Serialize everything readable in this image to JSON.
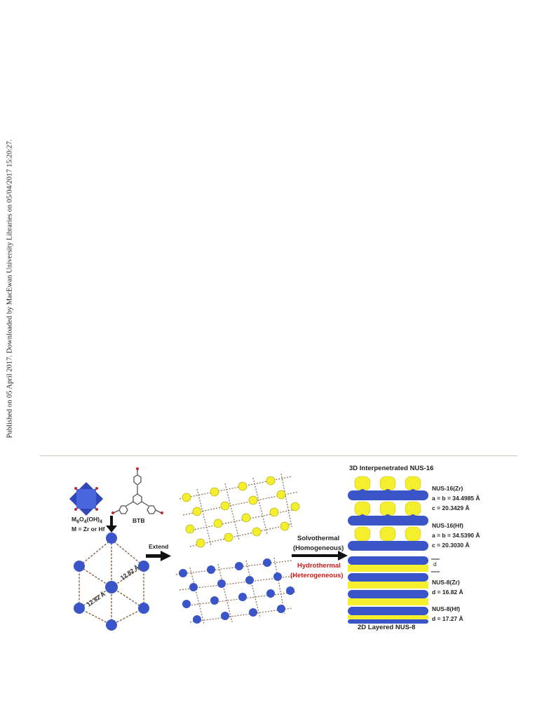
{
  "side_note": "Published on 05 April 2017. Downloaded by MacEwan University Libraries on 05/04/2017 15:20:27.",
  "figure": {
    "cluster_formula_main": "M",
    "cluster_formula_sub1": "6",
    "cluster_formula_mid1": "O",
    "cluster_formula_sub2": "4",
    "cluster_formula_mid2": "(OH)",
    "cluster_formula_sub3": "4",
    "metal_note": "M = Zr or Hf",
    "linker_name": "BTB",
    "distance_label_1": "12.82 Å",
    "distance_label_2": "12.82 Å",
    "extend_label": "Extend",
    "solvothermal_label": "Solvothermal",
    "homogeneous_label": "(Homogeneous)",
    "hydrothermal_label": "Hydrothermal",
    "heterogeneous_label": "(Heterogeneous)",
    "nus16_title": "3D Interpenetrated NUS-16",
    "nus8_title": "2D Layered NUS-8",
    "nus16_zr": {
      "name": "NUS-16(Zr)",
      "ab": "a = b = 34.4985 Å",
      "c": "c = 20.3429 Å"
    },
    "nus16_hf": {
      "name": "NUS-16(Hf)",
      "ab": "a = b = 34.5390 Å",
      "c": "c = 20.3030 Å"
    },
    "d_marker": "d",
    "nus8_zr": {
      "name": "NUS-8(Zr)",
      "d": "d = 16.82 Å"
    },
    "nus8_hf": {
      "name": "NUS-8(Hf)",
      "d": "d = 17.27 Å"
    },
    "colors": {
      "blue": "#3a55c8",
      "yellow": "#f4ef2c",
      "linker": "#8a6a4e",
      "arrow": "#111111",
      "red": "#d01818"
    }
  }
}
